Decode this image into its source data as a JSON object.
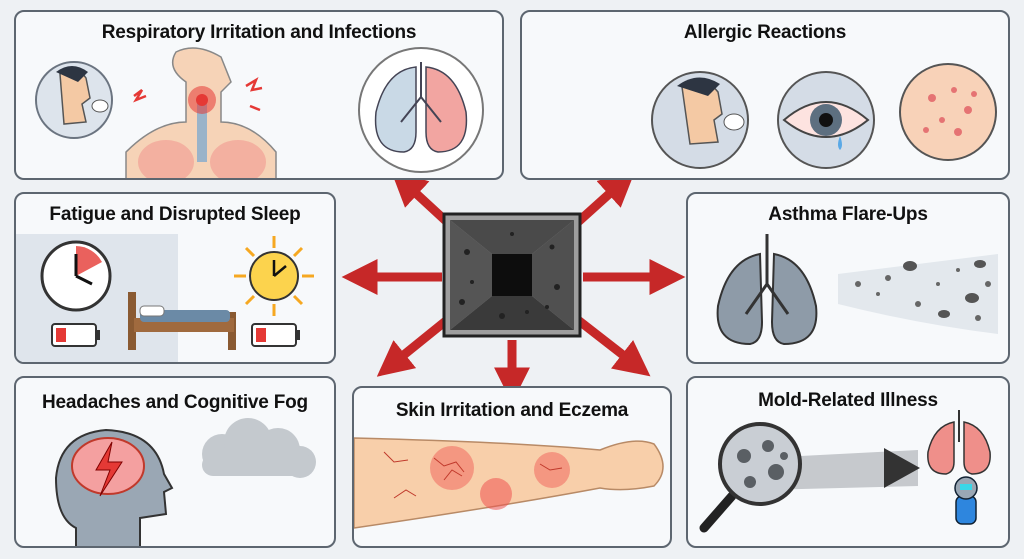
{
  "center": {
    "icon": "dark-duct-icon"
  },
  "panels": {
    "respiratory": {
      "title": "Respiratory Irritation and Infections",
      "icons": [
        "coughing-person-icon",
        "irritated-throat-icon",
        "healthy-vs-infected-lungs-icon"
      ]
    },
    "allergic": {
      "title": "Allergic Reactions",
      "icons": [
        "sneezing-person-icon",
        "red-eye-icon",
        "skin-rash-icon"
      ]
    },
    "fatigue": {
      "title": "Fatigue and Disrupted Sleep",
      "icons": [
        "clock-icon",
        "low-battery-icon",
        "bed-icon",
        "sun-clock-icon"
      ]
    },
    "asthma": {
      "title": "Asthma Flare-Ups",
      "icons": [
        "lungs-icon",
        "dust-mites-icon"
      ]
    },
    "headaches": {
      "title": "Headaches and Cognitive Fog",
      "icons": [
        "brain-lightning-icon",
        "fog-cloud-icon"
      ]
    },
    "skin": {
      "title": "Skin Irritation and Eczema",
      "icons": [
        "irritated-arm-icon"
      ]
    },
    "mold": {
      "title": "Mold-Related Illness",
      "icons": [
        "magnifier-mold-icon",
        "lungs-icon",
        "mascot-icon"
      ]
    }
  },
  "colors": {
    "arrow": "#c62828",
    "border": "#5d6670",
    "panel_bg": "#f7f9fb",
    "irritation": "#e53935"
  }
}
